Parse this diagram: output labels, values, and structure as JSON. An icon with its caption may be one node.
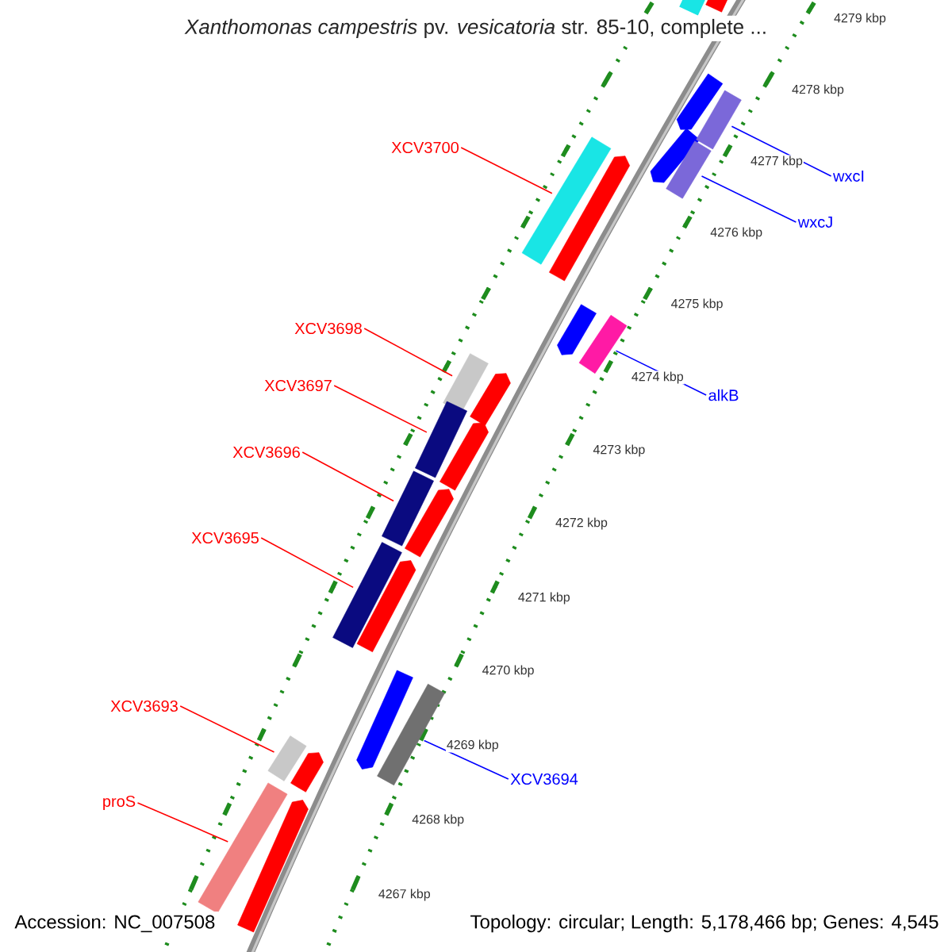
{
  "diagram": {
    "title": "*Xanthomonas campestris* pv. *vesicatoria* str. 85-10, complete ...",
    "nodes": [
      {
        "text": [
          "XCV3700"
        ]
      },
      {
        "text": [],
        "shape": "bar"
      },
      {
        "text": [
          "wxcI"
        ]
      },
      {
        "text": [],
        "shape": "bar"
      },
      {
        "text": [
          "wxcJ"
        ]
      },
      {
        "text": [],
        "shape": "bar"
      },
      {
        "text": [
          "XCV3698"
        ]
      },
      {
        "text": [],
        "shape": "bar"
      },
      {
        "text": [
          "XCV3697"
        ]
      },
      {
        "text": [],
        "shape": "bar"
      },
      {
        "text": [
          "XCV3696"
        ]
      },
      {
        "text": [],
        "shape": "bar"
      },
      {
        "text": [
          "alkB"
        ]
      },
      {
        "text": [],
        "shape": "bar"
      },
      {
        "text": [
          "XCV3695"
        ]
      },
      {
        "text": [],
        "shape": "bar"
      },
      {
        "text": [
          "XCV3693"
        ]
      },
      {
        "text": [],
        "shape": "bar"
      },
      {
        "text": [
          "XCV3694"
        ]
      },
      {
        "text": [],
        "shape": "bar"
      },
      {
        "text": [
          "proS"
        ]
      },
      {
        "text": [],
        "shape": "bar"
      },
      {
        "text": [],
        "shape": "pentagon"
      },
      {
        "text": [],
        "shape": "bar"
      },
      {
        "text": [],
        "shape": "pentagon"
      },
      {
        "text": [],
        "shape": "pentagon"
      },
      {
        "text": [],
        "shape": "pentagon"
      },
      {
        "text": [],
        "shape": "pentagon"
      },
      {
        "text": [],
        "shape": "pentagon"
      },
      {
        "text": [],
        "shape": "pentagon"
      },
      {
        "text": [],
        "shape": "pentagon"
      },
      {
        "text": [],
        "shape": "pentagon"
      },
      {
        "text": [],
        "shape": "pentagon"
      },
      {
        "text": [],
        "shape": "pentagon"
      },
      {
        "text": [],
        "shape": "pentagon"
      }
    ],
    "edges": [
      {
        "from": 0,
        "to": 1,
        "arrow": "none"
      },
      {
        "from": 2,
        "to": 3,
        "arrow": "none",
        "color": "#0000ff"
      },
      {
        "from": 4,
        "to": 5,
        "arrow": "none",
        "color": "#0000ff"
      },
      {
        "from": 6,
        "to": 7,
        "arrow": "none"
      },
      {
        "from": 8,
        "to": 9,
        "arrow": "none"
      },
      {
        "from": 10,
        "to": 11,
        "arrow": "none"
      },
      {
        "from": 12,
        "to": 13,
        "arrow": "none",
        "color": "#0000ff"
      },
      {
        "from": 14,
        "to": 15,
        "arrow": "none"
      },
      {
        "from": 16,
        "to": 17,
        "arrow": "none"
      },
      {
        "from": 18,
        "to": 19,
        "arrow": "none",
        "color": "#0000ff"
      },
      {
        "from": 20,
        "to": 21,
        "arrow": "none"
      }
    ],
    "labels": [
      "4279 kbp",
      "4278 kbp",
      "4277 kbp",
      "4276 kbp",
      "4275 kbp",
      "4274 kbp",
      "4273 kbp",
      "4272 kbp",
      "4271 kbp",
      "4270 kbp",
      "4269 kbp",
      "4268 kbp",
      "4267 kbp",
      "Accession: NC_007508",
      "Topology: circular; Length: 5,178,466 bp; Genes: 4,545"
    ]
  }
}
